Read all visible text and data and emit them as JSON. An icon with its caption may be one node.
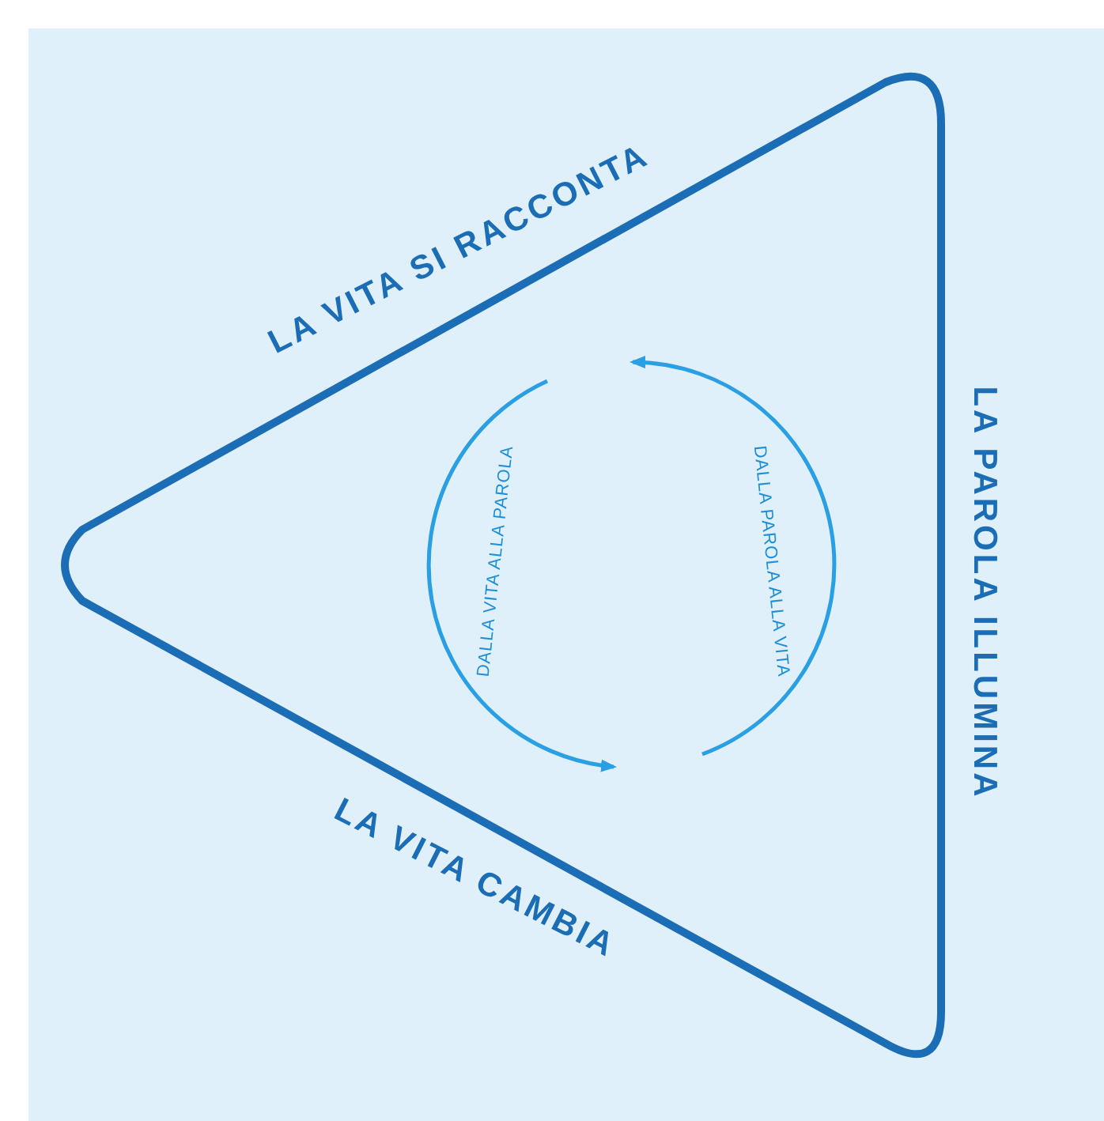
{
  "diagram": {
    "nodes": [
      {
        "text": [
          "LA VITA SI RACCONTA",
          "LA PAROLA ILLUMINA",
          "LA VITA CAMBIA"
        ]
      }
    ],
    "labels": [
      "DALLA VITA ALLA PAROLA",
      "DALLA PAROLA ALLA VITA"
    ]
  }
}
